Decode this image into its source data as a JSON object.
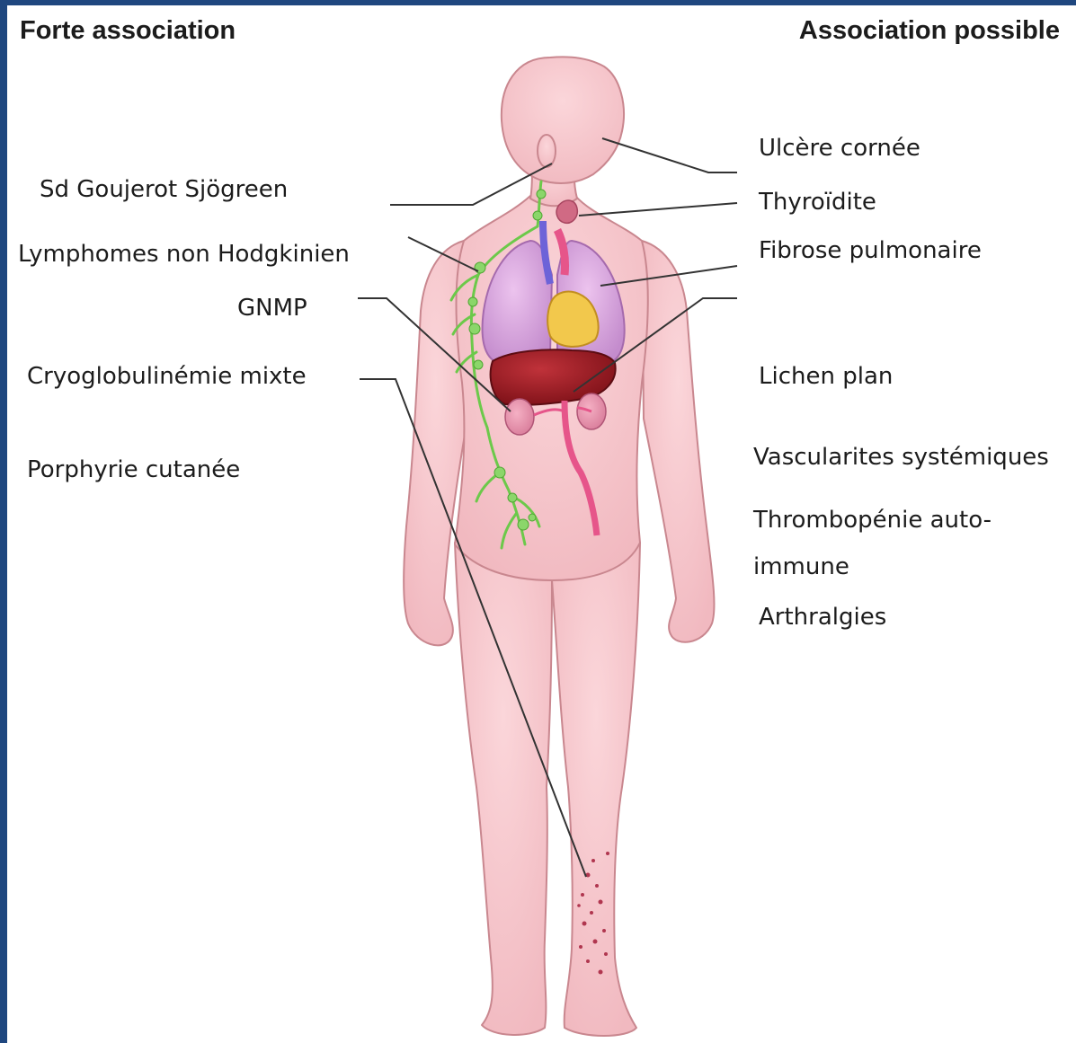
{
  "headers": {
    "left": "Forte association",
    "right": "Association possible"
  },
  "labels_left": [
    "Sd Goujerot Sjögreen",
    "Lymphomes non Hodgkinien",
    "GNMP",
    "Cryoglobulinémie mixte",
    "Porphyrie cutanée"
  ],
  "labels_right": [
    "Ulcère cornée",
    "Thyroïdite",
    "Fibrose pulmonaire",
    "Lichen plan",
    "Vascularites systémiques",
    "Thrombopénie auto-",
    "immune",
    "Arthralgies"
  ],
  "colors": {
    "frame": "#1f477f",
    "skin": "#f7c9cf",
    "skin_outline": "#c9878f",
    "lung": "#d9a2de",
    "liver": "#9b1b23",
    "lymph": "#6cc94a",
    "artery": "#e6558a",
    "leader_line": "#333333"
  }
}
